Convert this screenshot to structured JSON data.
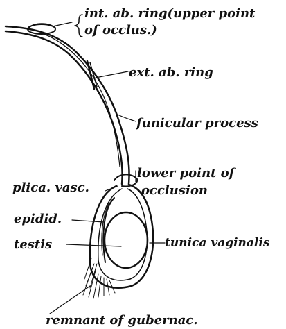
{
  "diagram": {
    "labels": {
      "int_ab_ring_line1": "int. ab. ring(upper point",
      "int_ab_ring_line2": "of occlus.)",
      "ext_ab_ring": "ext. ab. ring",
      "funicular_process": "funicular process",
      "lower_point_line1": "lower   point of",
      "lower_point_line2": "occlusion",
      "plica_vasc": "plica. vasc.",
      "epidid": "epidid.",
      "testis": "testis",
      "tunica_vaginalis": "tunica vaginalis",
      "remnant": "remnant of gubernac."
    },
    "colors": {
      "ink": "#111111",
      "paper": "#ffffff"
    }
  }
}
